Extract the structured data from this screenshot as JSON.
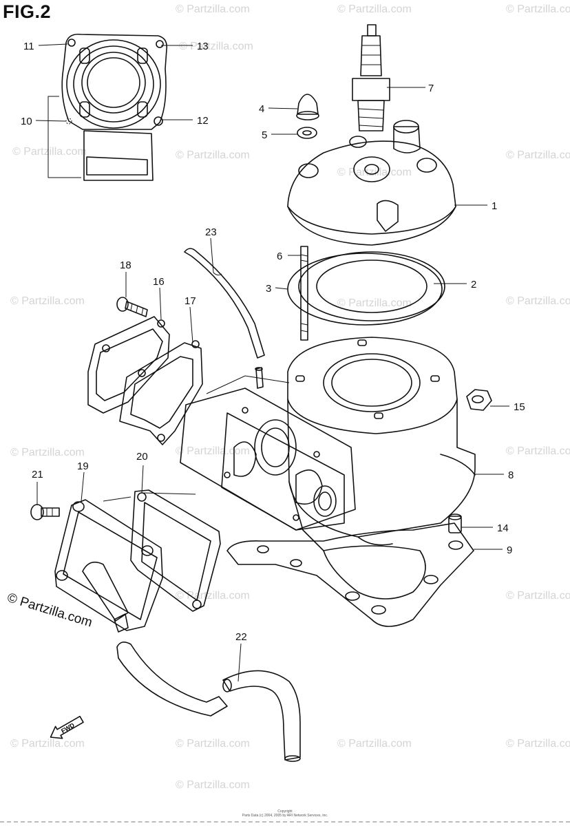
{
  "figure": {
    "title": "FIG.2",
    "footer_line1": "Copyright",
    "footer_line2": "Parts Data (c) 2004, 2005 by ARI Network Services, Inc.",
    "corner_watermark": "© Partzilla.com",
    "watermark_text": "© Partzilla.com"
  },
  "callouts": [
    {
      "id": "1",
      "label": "1"
    },
    {
      "id": "2",
      "label": "2"
    },
    {
      "id": "3",
      "label": "3"
    },
    {
      "id": "4",
      "label": "4"
    },
    {
      "id": "5",
      "label": "5"
    },
    {
      "id": "6",
      "label": "6"
    },
    {
      "id": "7",
      "label": "7"
    },
    {
      "id": "8",
      "label": "8"
    },
    {
      "id": "9",
      "label": "9"
    },
    {
      "id": "10",
      "label": "10"
    },
    {
      "id": "11",
      "label": "11"
    },
    {
      "id": "12",
      "label": "12"
    },
    {
      "id": "13",
      "label": "13"
    },
    {
      "id": "14",
      "label": "14"
    },
    {
      "id": "15",
      "label": "15"
    },
    {
      "id": "16",
      "label": "16"
    },
    {
      "id": "17",
      "label": "17"
    },
    {
      "id": "18",
      "label": "18"
    },
    {
      "id": "19",
      "label": "19"
    },
    {
      "id": "20",
      "label": "20"
    },
    {
      "id": "21",
      "label": "21"
    },
    {
      "id": "22",
      "label": "22"
    },
    {
      "id": "23",
      "label": "23"
    }
  ],
  "direction_marker": {
    "text": "FWD"
  },
  "colors": {
    "ink": "#111111",
    "watermark": "#d4d4d4"
  }
}
